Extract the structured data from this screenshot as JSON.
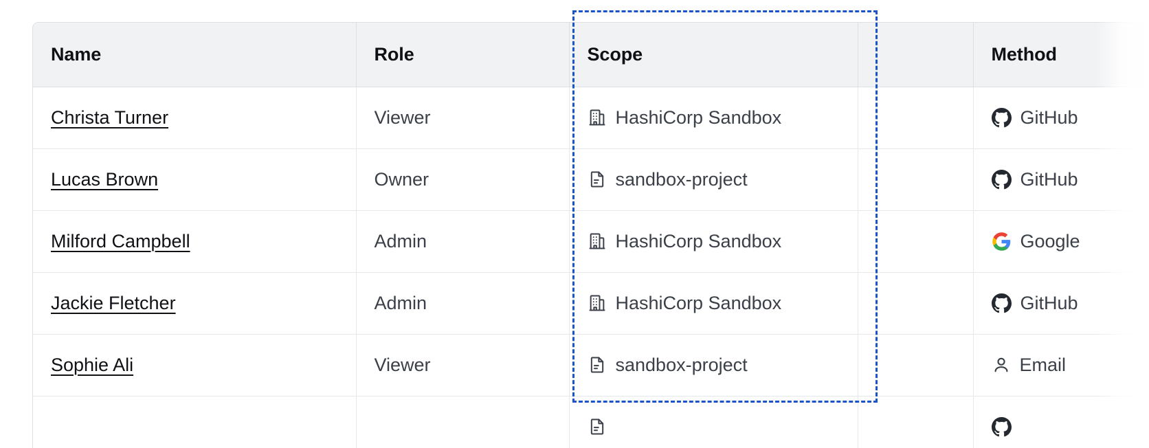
{
  "table": {
    "columns": [
      {
        "key": "name",
        "label": "Name"
      },
      {
        "key": "role",
        "label": "Role"
      },
      {
        "key": "scope",
        "label": "Scope"
      },
      {
        "key": "spacer",
        "label": ""
      },
      {
        "key": "method",
        "label": "Method"
      }
    ],
    "rows": [
      {
        "name": "Christa Turner",
        "role": "Viewer",
        "scope": "HashiCorp Sandbox",
        "scope_icon": "organization-icon",
        "method": "GitHub",
        "method_icon": "github-icon"
      },
      {
        "name": "Lucas Brown",
        "role": "Owner",
        "scope": "sandbox-project",
        "scope_icon": "project-document-icon",
        "method": "GitHub",
        "method_icon": "github-icon"
      },
      {
        "name": "Milford Campbell",
        "role": "Admin",
        "scope": "HashiCorp Sandbox",
        "scope_icon": "organization-icon",
        "method": "Google",
        "method_icon": "google-icon"
      },
      {
        "name": "Jackie Fletcher",
        "role": "Admin",
        "scope": "HashiCorp Sandbox",
        "scope_icon": "organization-icon",
        "method": "GitHub",
        "method_icon": "github-icon"
      },
      {
        "name": "Sophie Ali",
        "role": "Viewer",
        "scope": "sandbox-project",
        "scope_icon": "project-document-icon",
        "method": "Email",
        "method_icon": "user-icon"
      },
      {
        "name": "",
        "role": "",
        "scope": "",
        "scope_icon": "project-document-icon",
        "method": "",
        "method_icon": "github-icon"
      }
    ]
  },
  "annotation": {
    "selection_label": "Scope column highlight",
    "selection_color": "#1b54c8",
    "selection_style": "dashed"
  },
  "colors": {
    "header_bg": "#f1f2f4",
    "header_text": "#0f1115",
    "body_text": "#3b4048",
    "link_text": "#0f1115",
    "border": "#dcdfe3",
    "row_border": "#e6e8ea",
    "google_blue": "#4285F4",
    "google_red": "#EA4335",
    "google_yellow": "#FBBC05",
    "google_green": "#34A853",
    "github_black": "#24292f"
  }
}
